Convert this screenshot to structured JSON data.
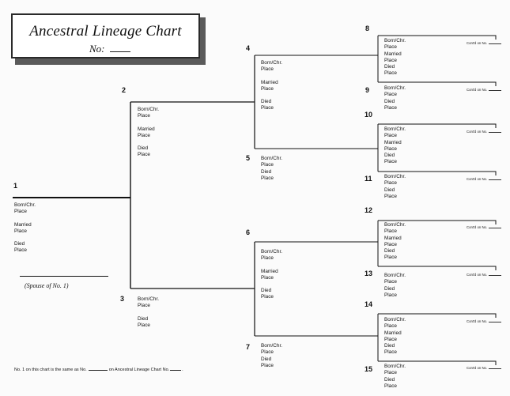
{
  "header": {
    "title": "Ancestral Lineage Chart",
    "no_label": "No:"
  },
  "labels": {
    "born": "Born/Chr.",
    "place": "Place",
    "married": "Married",
    "died": "Died",
    "contd": "Cont'd on No."
  },
  "numbers": [
    "1",
    "2",
    "3",
    "4",
    "5",
    "6",
    "7",
    "8",
    "9",
    "10",
    "11",
    "12",
    "13",
    "14",
    "15"
  ],
  "spouse": "(Spouse of No. 1)",
  "footer": {
    "part1": "No. 1 on this chart is the same as No.",
    "part2": "on Ancestral Lineage Chart No.",
    "part3": "."
  }
}
